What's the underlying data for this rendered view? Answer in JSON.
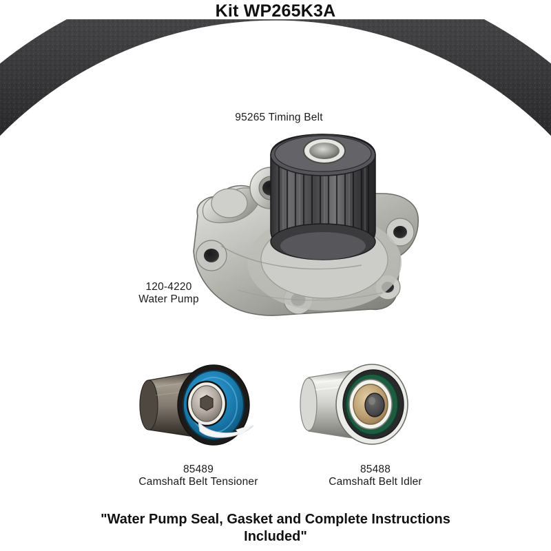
{
  "title": "Kit WP265K3A",
  "components": [
    {
      "id": "timing-belt",
      "part_number": "95265",
      "name": "Timing Belt",
      "caption": "95265 Timing Belt",
      "colors": {
        "tooth": "#3a3a3c",
        "tooth_dark": "#1c1c1e",
        "backing": "#6b4f3a"
      }
    },
    {
      "id": "water-pump",
      "part_number": "120-4220",
      "name": "Water Pump",
      "caption_line1": "120-4220",
      "caption_line2": "Water Pump",
      "colors": {
        "body": "#b9b9b7",
        "body_light": "#dcdcd9",
        "body_dark": "#86867f",
        "pulley": "#4a4a4c"
      }
    },
    {
      "id": "camshaft-belt-tensioner",
      "part_number": "85489",
      "name": "Camshaft Belt Tensioner",
      "caption_line1": "85489",
      "caption_line2": "Camshaft Belt Tensioner",
      "colors": {
        "body": "#7d756c",
        "face": "#1a7aad",
        "face_dark": "#0d4f73",
        "hub": "#b5aca4",
        "swoosh": "#f2f4f5"
      }
    },
    {
      "id": "camshaft-belt-idler",
      "part_number": "85488",
      "name": "Camshaft Belt Idler",
      "caption_line1": "85488",
      "caption_line2": "Camshaft Belt Idler",
      "colors": {
        "body": "#cfcfcb",
        "body_light": "#f0f0ee",
        "seal": "#1e5c42",
        "hub": "#b9a077",
        "center": "#4c4c4a"
      }
    }
  ],
  "footer": {
    "line1": "\"Water Pump Seal, Gasket and",
    "line2": "Complete Instructions Included\""
  }
}
